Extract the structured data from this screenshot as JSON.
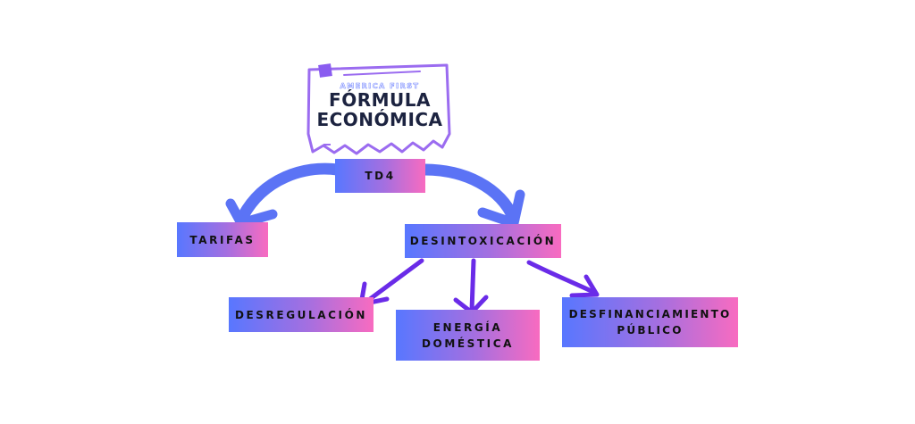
{
  "title_card": {
    "kicker": "AMERICA FIRST",
    "title_line1": "FÓRMULA",
    "title_line2": "ECONÓMICA"
  },
  "nodes": {
    "root": "TD4",
    "tarifas": "TARIFAS",
    "desintoxicacion": "DESINTOXICACIÓN",
    "desregulacion": "DESREGULACIÓN",
    "energia_line1": "ENERGÍA",
    "energia_line2": "DOMÉSTICA",
    "desfinanciamiento_line1": "DESFINANCIAMIENTO",
    "desfinanciamiento_line2": "PÚBLICO"
  },
  "edges": [
    {
      "from": "TD4",
      "to": "TARIFAS"
    },
    {
      "from": "TD4",
      "to": "DESINTOXICACIÓN"
    },
    {
      "from": "DESINTOXICACIÓN",
      "to": "DESREGULACIÓN"
    },
    {
      "from": "DESINTOXICACIÓN",
      "to": "ENERGÍA DOMÉSTICA"
    },
    {
      "from": "DESINTOXICACIÓN",
      "to": "DESFINANCIAMIENTO PÚBLICO"
    }
  ],
  "colors": {
    "gradient_start": "#5877ff",
    "gradient_end": "#f86bc0",
    "blue_arrow": "#5b73f5",
    "purple_arrow": "#6a2be8",
    "card_outline": "#9b6cf0"
  }
}
